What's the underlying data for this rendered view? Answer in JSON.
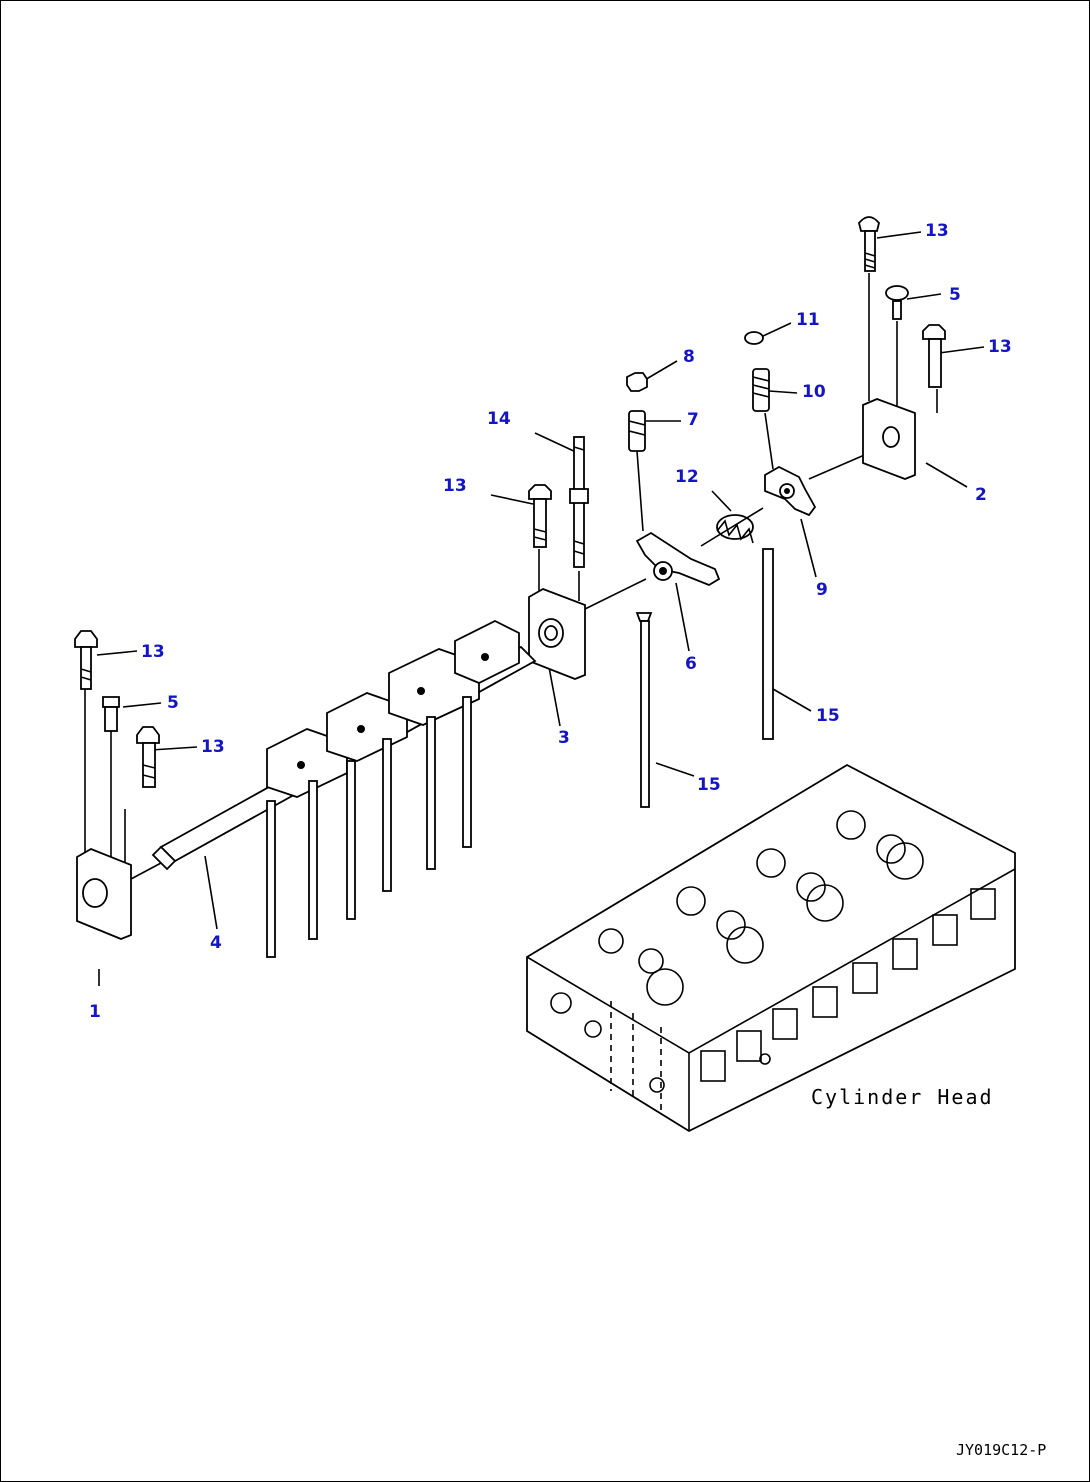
{
  "callouts": [
    {
      "id": "c13a",
      "text": "13"
    },
    {
      "id": "c5a",
      "text": "5"
    },
    {
      "id": "c11",
      "text": "11"
    },
    {
      "id": "c13b",
      "text": "13"
    },
    {
      "id": "c8",
      "text": "8"
    },
    {
      "id": "c10",
      "text": "10"
    },
    {
      "id": "c14",
      "text": "14"
    },
    {
      "id": "c7",
      "text": "7"
    },
    {
      "id": "c12",
      "text": "12"
    },
    {
      "id": "c13c",
      "text": "13"
    },
    {
      "id": "c2",
      "text": "2"
    },
    {
      "id": "c9",
      "text": "9"
    },
    {
      "id": "c6",
      "text": "6"
    },
    {
      "id": "c13d",
      "text": "13"
    },
    {
      "id": "c5b",
      "text": "5"
    },
    {
      "id": "c15a",
      "text": "15"
    },
    {
      "id": "c13e",
      "text": "13"
    },
    {
      "id": "c3",
      "text": "3"
    },
    {
      "id": "c15b",
      "text": "15"
    },
    {
      "id": "c4",
      "text": "4"
    },
    {
      "id": "c1",
      "text": "1"
    }
  ],
  "caption": "Cylinder Head",
  "figure_id": "JY019C12-P",
  "colors": {
    "callout": "#1515c8",
    "line": "#000000"
  }
}
